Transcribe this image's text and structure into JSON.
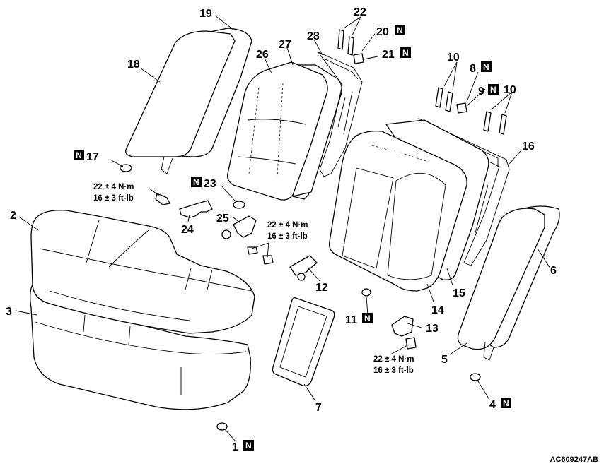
{
  "diagram": {
    "figure_id": "AC609247AB",
    "new_part_marker": "N",
    "callouts": [
      {
        "id": "c1",
        "number": "1",
        "new": true
      },
      {
        "id": "c2",
        "number": "2",
        "new": false
      },
      {
        "id": "c3",
        "number": "3",
        "new": false
      },
      {
        "id": "c4",
        "number": "4",
        "new": true
      },
      {
        "id": "c5",
        "number": "5",
        "new": false
      },
      {
        "id": "c6",
        "number": "6",
        "new": false
      },
      {
        "id": "c7",
        "number": "7",
        "new": false
      },
      {
        "id": "c8",
        "number": "8",
        "new": true
      },
      {
        "id": "c9",
        "number": "9",
        "new": true
      },
      {
        "id": "c10a",
        "number": "10",
        "new": false
      },
      {
        "id": "c10b",
        "number": "10",
        "new": false
      },
      {
        "id": "c11",
        "number": "11",
        "new": true
      },
      {
        "id": "c12",
        "number": "12",
        "new": false
      },
      {
        "id": "c13",
        "number": "13",
        "new": false
      },
      {
        "id": "c14",
        "number": "14",
        "new": false
      },
      {
        "id": "c15",
        "number": "15",
        "new": false
      },
      {
        "id": "c16",
        "number": "16",
        "new": false
      },
      {
        "id": "c17",
        "number": "17",
        "new": true
      },
      {
        "id": "c18",
        "number": "18",
        "new": false
      },
      {
        "id": "c19",
        "number": "19",
        "new": false
      },
      {
        "id": "c20",
        "number": "20",
        "new": true
      },
      {
        "id": "c21",
        "number": "21",
        "new": true
      },
      {
        "id": "c22",
        "number": "22",
        "new": false
      },
      {
        "id": "c23",
        "number": "23",
        "new": true
      },
      {
        "id": "c24",
        "number": "24",
        "new": false
      },
      {
        "id": "c25",
        "number": "25",
        "new": false
      },
      {
        "id": "c26",
        "number": "26",
        "new": false
      },
      {
        "id": "c27",
        "number": "27",
        "new": false
      },
      {
        "id": "c28",
        "number": "28",
        "new": false
      }
    ],
    "torque_specs": [
      {
        "id": "t1",
        "metric": "22 ± 4 N·m",
        "imperial": "16 ± 3 ft-lb"
      },
      {
        "id": "t2",
        "metric": "22 ± 4 N·m",
        "imperial": "16 ± 3 ft-lb"
      },
      {
        "id": "t3",
        "metric": "22 ± 4 N·m",
        "imperial": "16 ± 3 ft-lb"
      }
    ]
  }
}
